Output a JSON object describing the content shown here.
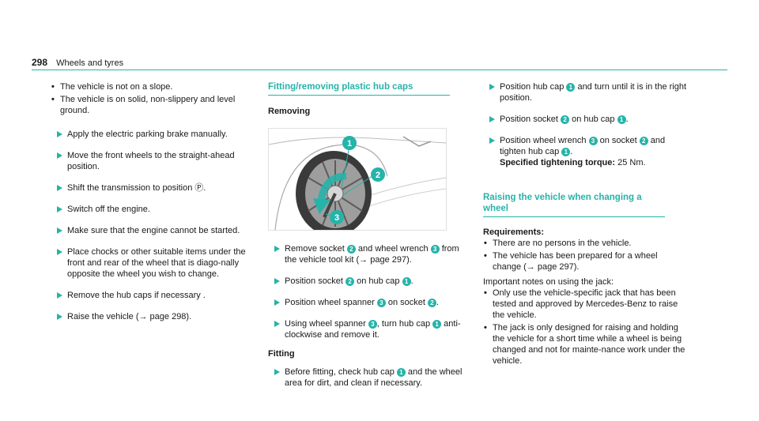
{
  "header": {
    "page_number": "298",
    "title": "Wheels and tyres"
  },
  "col1": {
    "bullets": [
      "The vehicle is not on a slope.",
      "The vehicle is on solid, non-slippery and level ground."
    ],
    "steps": [
      "Apply the electric parking brake manually.",
      "Move the front wheels to the straight-ahead position.",
      "Shift the transmission to position Ⓟ.",
      "Switch off the engine.",
      "Make sure that the engine cannot be started.",
      "Place chocks or other suitable items under the front and rear of the wheel that is diago-nally opposite the wheel you wish to change.",
      "Remove the hub caps if necessary .",
      "Raise the vehicle (→ page 298)."
    ]
  },
  "col2": {
    "section_title": "Fitting/removing plastic hub caps",
    "removing_label": "Removing",
    "illustration_callouts": [
      "1",
      "2",
      "3"
    ],
    "removing_steps": [
      {
        "a": "Remove socket ",
        "n1": "2",
        "b": " and wheel wrench ",
        "n2": "3",
        "c": " from the vehicle tool kit (→ page 297)."
      },
      {
        "a": "Position socket ",
        "n1": "2",
        "b": " on hub cap ",
        "n2": "1",
        "c": "."
      },
      {
        "a": "Position wheel spanner ",
        "n1": "3",
        "b": " on socket ",
        "n2": "2",
        "c": "."
      },
      {
        "a": "Using wheel spanner ",
        "n1": "3",
        "b": ", turn hub cap ",
        "n2": "1",
        "c": " anti-clockwise and remove it."
      }
    ],
    "fitting_label": "Fitting",
    "fitting_step": {
      "a": "Before fitting, check hub cap ",
      "n1": "1",
      "b": " and the wheel area for dirt, and clean if necessary."
    }
  },
  "col3": {
    "steps": [
      {
        "a": "Position hub cap ",
        "n1": "1",
        "b": " and turn until it is in the right position."
      },
      {
        "a": "Position socket ",
        "n1": "2",
        "b": " on hub cap ",
        "n2": "1",
        "c": "."
      },
      {
        "a": "Position wheel wrench ",
        "n1": "3",
        "b": " on socket ",
        "n2": "2",
        "c": " and tighten hub cap ",
        "n3": "1",
        "d": ".",
        "strong": "Specified tightening torque:",
        "value": " 25 Nm."
      }
    ],
    "section_title": "Raising the vehicle when changing a wheel",
    "requirements_label": "Requirements:",
    "requirements": [
      "There are no persons in the vehicle.",
      "The vehicle has been prepared for a wheel change (→ page 297)."
    ],
    "jack_intro": "Important notes on using the jack:",
    "jack_notes": [
      "Only use the vehicle-specific jack that has been tested and approved by Mercedes-Benz to raise the vehicle.",
      "The jack is only designed for raising and holding the vehicle for a short time while a wheel is being changed and not for mainte-nance work under the vehicle."
    ]
  },
  "colors": {
    "accent": "#26b3a9",
    "text": "#1a1a1a"
  }
}
